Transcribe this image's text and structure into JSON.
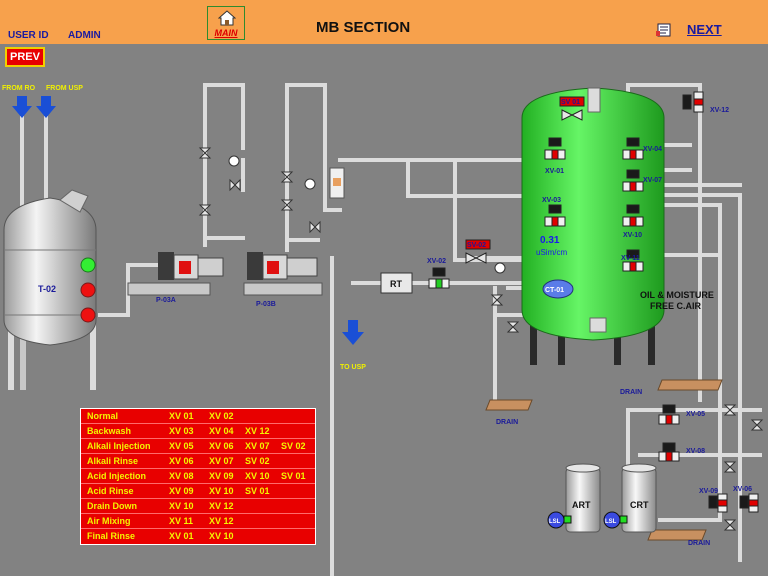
{
  "header": {
    "user_id_label": "USER ID",
    "user_name": "ADMIN",
    "title": "MB SECTION",
    "main_label": "MAIN",
    "next_label": "NEXT",
    "prev_label": "PREV"
  },
  "sources": {
    "from_ro": "FROM RO",
    "from_usp": "FROM USP",
    "to_usp": "TO USP"
  },
  "equipment": {
    "tank": "T-02",
    "pump_a": "P-03A",
    "pump_b": "P-03B",
    "rt": "RT",
    "ct": "CT-01",
    "art": "ART",
    "crt": "CRT",
    "lsl": "LSL",
    "conductivity_value": "0.31",
    "conductivity_unit": "uSim/cm",
    "oil_line1": "OIL & MOISTURE",
    "oil_line2": "FREE C.AIR",
    "drain": "DRAIN"
  },
  "valves": {
    "sv01": "SV 01",
    "sv02": "SV-02",
    "xv01": "XV-01",
    "xv02": "XV-02",
    "xv03": "XV-03",
    "xv04": "XV-04",
    "xv05": "XV-05",
    "xv06": "XV-06",
    "xv07": "XV-07",
    "xv08": "XV-08",
    "xv09": "XV-09",
    "xv10": "XV-10",
    "xv11": "XV-11",
    "xv12": "XV-12"
  },
  "modes": [
    {
      "name": "Normal",
      "valves": [
        "XV 01",
        "XV 02"
      ]
    },
    {
      "name": "Backwash",
      "valves": [
        "XV 03",
        "XV 04",
        "XV 12"
      ]
    },
    {
      "name": "Alkali Injection",
      "valves": [
        "XV 05",
        "XV 06",
        "XV 07",
        "SV 02"
      ]
    },
    {
      "name": "Alkali Rinse",
      "valves": [
        "XV 06",
        "XV 07",
        "SV 02"
      ]
    },
    {
      "name": "Acid Injection",
      "valves": [
        "XV 08",
        "XV 09",
        "XV 10",
        "SV 01"
      ]
    },
    {
      "name": "Acid Rinse",
      "valves": [
        "XV 09",
        "XV 10",
        "SV 01"
      ]
    },
    {
      "name": "Drain Down",
      "valves": [
        "XV 10",
        "XV 12"
      ]
    },
    {
      "name": "Air Mixing",
      "valves": [
        "XV 11",
        "XV 12"
      ]
    },
    {
      "name": "Final Rinse",
      "valves": [
        "XV 01",
        "XV 10"
      ]
    }
  ],
  "colors": {
    "header_bg": "#f7a14c",
    "background": "#828282",
    "mb_vessel": "#44e644",
    "mode_table_bg": "#e80000",
    "label_yellow": "#f0f000",
    "label_blue": "#1a1a9a",
    "valve_red": "#e00000",
    "pipe": "#dcdcdc"
  }
}
